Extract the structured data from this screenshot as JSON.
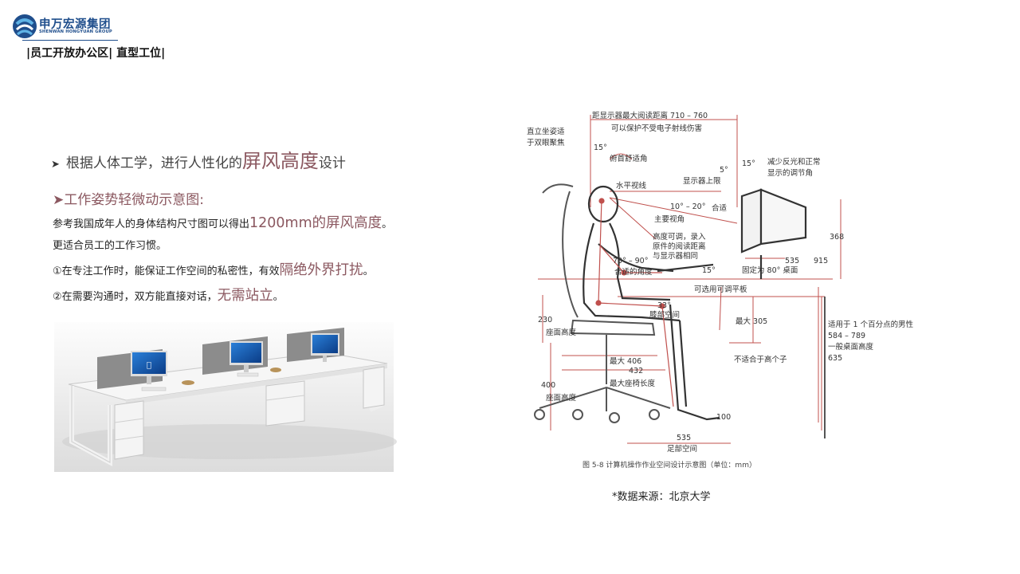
{
  "header": {
    "logo_name": "申万宏源集团",
    "logo_sub": "SHENWAN HONGYUAN GROUP",
    "breadcrumb": "|员工开放办公区| 直型工位|"
  },
  "content": {
    "headline": {
      "prefix": "根据人体工学，进行人性化的",
      "highlight": "屏风高度",
      "suffix": "设计"
    },
    "subhead": "➤工作姿势轻微动示意图:",
    "p1": {
      "prefix": "参考我国成年人的身体结构尺寸图可以得出",
      "highlight": "1200mm的屏风高度",
      "suffix": "。"
    },
    "p2": "更适合员工的工作习惯。",
    "p3": {
      "prefix": "①在专注工作时，能保证工作空间的私密性，有效",
      "highlight": "隔绝外界打扰",
      "suffix": "。"
    },
    "p4": {
      "prefix": "②在需要沟通时，双方能直接对话，",
      "highlight": "无需站立",
      "suffix": "。"
    }
  },
  "diagram": {
    "top1": "距显示器最大阅读距离 710 – 760",
    "top2": "可以保护不受电子射线伤害",
    "upright1": "直立坐姿适",
    "upright2": "于双眼聚焦",
    "a15a": "15°",
    "neck": "俯首舒适角",
    "a5": "5°",
    "a15b": "15°",
    "glare1": "减少反光和正常",
    "glare2": "显示的调节角",
    "monitor_top": "显示器上限",
    "horizon": "水平视线",
    "view_range": "10° – 20°",
    "fit": "合适",
    "main_view": "主要视角",
    "adjust1": "高度可调，录入",
    "adjust2": "原件的阅读距离",
    "adjust3": "与显示器相同",
    "arm_angle": "70° – 90°",
    "arm_fit": "合适的角度",
    "a15c": "15°",
    "fixed": "固定为 80° 桌面",
    "d535a": "535",
    "d915": "915",
    "optional": "可选用可调平板",
    "knee_angle": "33°",
    "knee": "膝部空间",
    "max305": "最大 305",
    "d230": "230",
    "thigh": "座面高度",
    "max406": "最大 406",
    "d432": "432",
    "not_tall": "不适合于高个子",
    "d400": "400",
    "seat_h": "座面高度",
    "seat_len": "最大座椅长度",
    "d635": "635",
    "male1": "适用于 1 个百分点的男性",
    "male2": "584 – 789",
    "desk_h": "一般桌面高度",
    "d368": "368",
    "d100": "100",
    "d535b": "535",
    "foot": "足部空间",
    "caption": "图 5-8  计算机操作作业空间设计示意图（单位：mm）"
  },
  "source": "*数据来源：北京大学",
  "colors": {
    "brand": "#1f4e8c",
    "accent": "#8b5860",
    "dim_red": "#c0504d"
  }
}
